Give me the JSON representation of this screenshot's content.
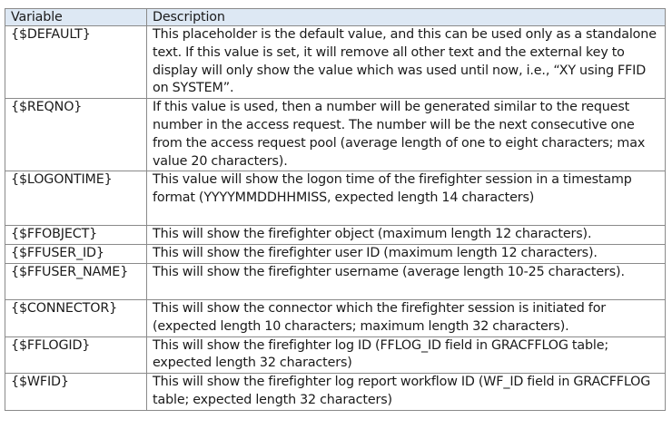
{
  "table": {
    "header_bg": "#dde8f4",
    "border_color": "#8a8a8a",
    "columns": [
      "Variable",
      "Description"
    ],
    "rows": [
      {
        "variable": "{$DEFAULT}",
        "description": "This placeholder is the default value, and this can be used only as a standalone text. If this value is set, it will remove all other text and the external key to display will only show the value which was used until now, i.e., “XY using FFID on SYSTEM”."
      },
      {
        "variable": "{$REQNO}",
        "description": "If this value is used, then a number will be generated similar to the request number in the access request. The number will be the next consecutive one from the access request pool (average length of one to eight characters; max value 20 characters)."
      },
      {
        "variable": "{$LOGONTIME}",
        "description": "This value will show the logon time of the firefighter session in a timestamp format (YYYYMMDDHHMISS, expected length 14 characters)"
      },
      {
        "variable": "{$FFOBJECT}",
        "description": "This will show the firefighter object (maximum length 12 characters)."
      },
      {
        "variable": "{$FFUSER_ID}",
        "description": "This will show the firefighter user ID (maximum length 12 characters)."
      },
      {
        "variable": "{$FFUSER_NAME}",
        "description": "This will show the firefighter username (average length 10-25 characters)."
      },
      {
        "variable": "{$CONNECTOR}",
        "description": "This will show the connector which the firefighter session is initiated for (expected length 10 characters; maximum length 32 characters)."
      },
      {
        "variable": "{$FFLOGID}",
        "description": "This will show the firefighter log ID (FFLOG_ID field in GRACFFLOG table; expected length 32 characters)"
      },
      {
        "variable": "{$WFID}",
        "description": "This will show the firefighter log report workflow ID (WF_ID field in GRACFFLOG table; expected length 32 characters)"
      }
    ]
  }
}
